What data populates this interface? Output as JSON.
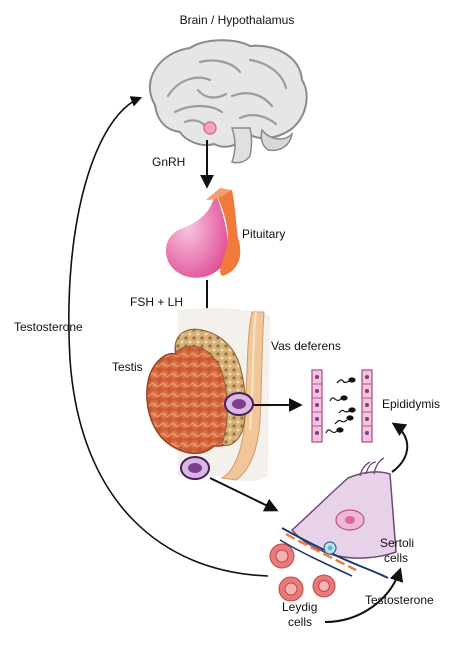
{
  "labels": {
    "brain": "Brain / Hypothalamus",
    "gnrh": "GnRH",
    "pituitary": "Pituitary",
    "fsh_lh": "FSH + LH",
    "testis": "Testis",
    "vas_deferens": "Vas deferens",
    "epididymis": "Epididymis",
    "testosterone_left": "Testosterone",
    "testosterone_bottom": "Testosterone",
    "sertoli_line1": "Sertoli",
    "sertoli_line2": "cells",
    "leydig_line1": "Leydig",
    "leydig_line2": "cells"
  },
  "colors": {
    "brain_fill": "#e7e7e7",
    "brain_stroke": "#8a8a8a",
    "hypothalamus": "#f2a6c4",
    "pituitary_pink": "#e45a9c",
    "pituitary_orange": "#f07a3c",
    "testis_orange": "#d9653e",
    "tubule_tan": "#c8a46a",
    "vas_deferens": "#f1c79a",
    "duct_pink": "#f4c4dc",
    "duct_outline": "#b0548a",
    "sertoli_fill": "#e8d2e9",
    "sertoli_nucleus": "#d96aa4",
    "leydig_fill": "#e87a7a",
    "lumen_blue": "#5fb8d6",
    "arrow": "#111111"
  }
}
